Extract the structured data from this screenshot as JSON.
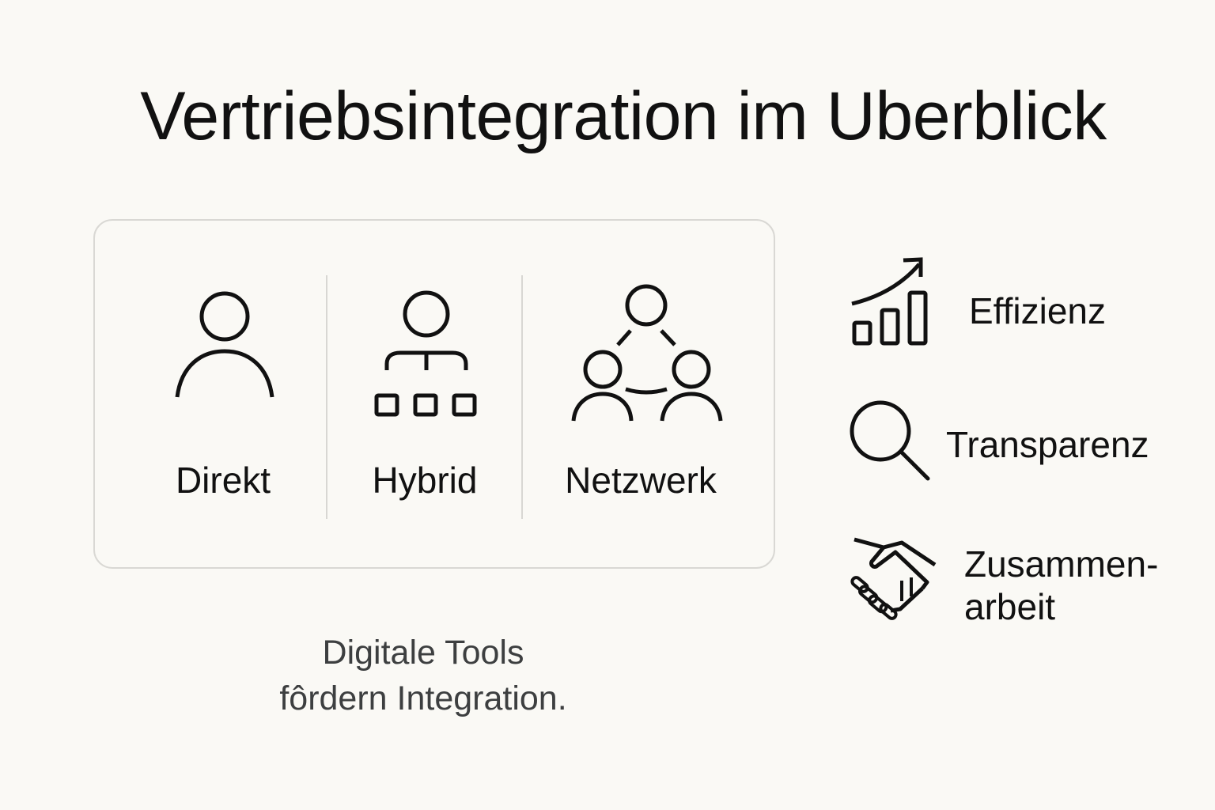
{
  "title": "Vertriebsintegration im Uberblick",
  "channels": [
    {
      "label": "Direkt",
      "icon": "person-icon"
    },
    {
      "label": "Hybrid",
      "icon": "org-hierarchy-icon"
    },
    {
      "label": "Netzwerk",
      "icon": "network-people-icon"
    }
  ],
  "caption": {
    "line1": "Digitale Tools",
    "line2": "fôrdern Integration."
  },
  "benefits": [
    {
      "label": "Effizienz",
      "icon": "growth-chart-icon"
    },
    {
      "label": "Transparenz",
      "icon": "magnifier-icon"
    },
    {
      "label_line1": "Zusammen-",
      "label_line2": "arbeit",
      "icon": "handshake-icon"
    }
  ],
  "colors": {
    "background": "#faf9f5",
    "text": "#111111",
    "caption_text": "#3d3f40",
    "card_border": "#d9d8d4"
  }
}
